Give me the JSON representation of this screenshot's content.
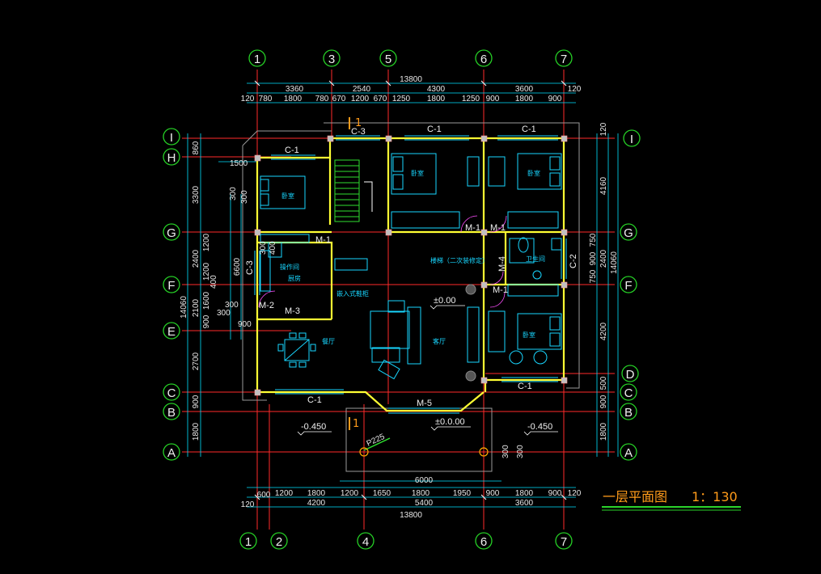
{
  "drawing": {
    "title": "一层平面图",
    "scale": "1：130",
    "colors": {
      "background": "#000000",
      "axis": "#ff2a2a",
      "dimension": "#00e1ff",
      "wall": "#ffff33",
      "furniture": "#1bd6ff",
      "circle": "#26d126",
      "title": "#ff9b1a",
      "underline": "#2bd42b"
    }
  },
  "axes": {
    "top": [
      "1",
      "3",
      "5",
      "6",
      "7"
    ],
    "bottom": [
      "1",
      "2",
      "4",
      "6",
      "7"
    ],
    "left": [
      "I",
      "H",
      "G",
      "F",
      "E",
      "C",
      "B",
      "A"
    ],
    "right": [
      "I",
      "G",
      "F",
      "D",
      "C",
      "B",
      "A"
    ]
  },
  "dims": {
    "top_total": "13800",
    "top_row1": [
      "3360",
      "2540",
      "4300",
      "3600"
    ],
    "top_row2": [
      "780",
      "1800",
      "780",
      "670",
      "1200",
      "670",
      "1250",
      "1800",
      "1250",
      "900",
      "1800",
      "900"
    ],
    "top_edge_left": "120",
    "top_edge_right": "120",
    "bottom_total": "13800",
    "bottom_row1": [
      "4200",
      "5400",
      "3600"
    ],
    "bottom_row2": [
      "600",
      "1200",
      "1800",
      "1200",
      "1650",
      "1800",
      "1950",
      "900",
      "1800",
      "900"
    ],
    "bottom_edge_left": "120",
    "bottom_edge_right": "120",
    "bottom_6000": "6000",
    "left_total": "14060",
    "left_row": [
      "860",
      "3300",
      "2400",
      "2100",
      "2700",
      "900",
      "1800"
    ],
    "left_inner": [
      "1200",
      "1200",
      "1600",
      "900",
      "6600"
    ],
    "right_total": "14060",
    "right_row": [
      "120",
      "4160",
      "2400",
      "4200",
      "500",
      "900",
      "1800"
    ],
    "right_inner": [
      "750",
      "900",
      "750"
    ],
    "misc": [
      "1500",
      "300",
      "300",
      "300",
      "400",
      "300",
      "900",
      "400",
      "300",
      "300",
      "300",
      "P225"
    ]
  },
  "doors_windows": [
    "C-1",
    "C-1",
    "C-1",
    "C-1",
    "C-1",
    "C-3",
    "C-3",
    "C-2",
    "M-1",
    "M-1",
    "M-1",
    "M-1",
    "M-2",
    "M-3",
    "M-4",
    "M-5"
  ],
  "rooms": [
    "卧室",
    "卧室",
    "卧室",
    "卧室",
    "厨房",
    "操作间",
    "餐厅",
    "客厅",
    "卫生间",
    "楼梯（二次装修定）",
    "嵌入式鞋柜"
  ],
  "levels": [
    "±0.00",
    "±0.0.00",
    "-0.450",
    "-0.450"
  ],
  "section_marks": [
    "1",
    "1"
  ]
}
